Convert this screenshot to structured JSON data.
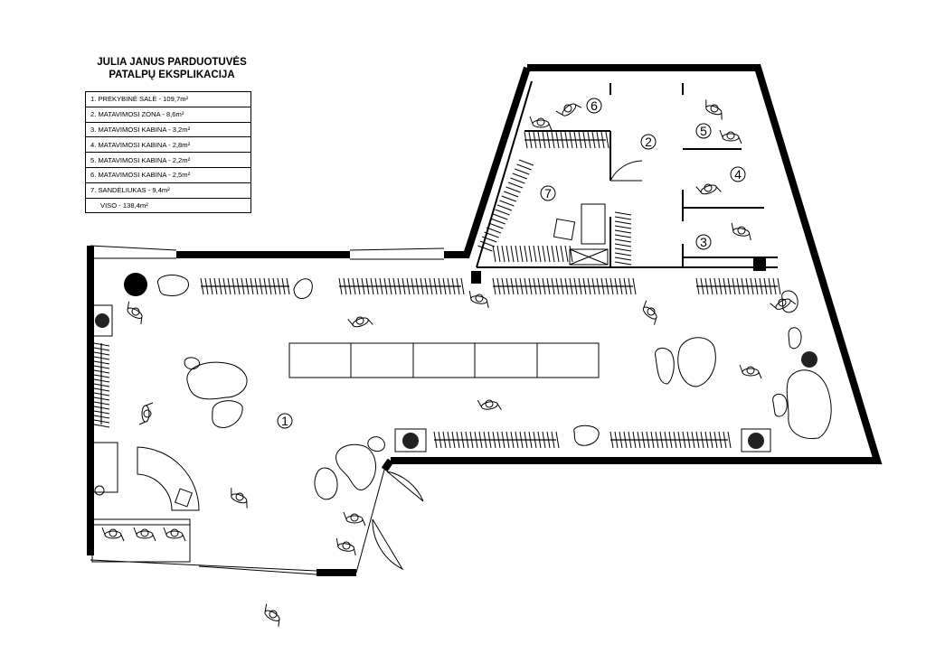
{
  "title": {
    "line1": "JULIA JANUS PARDUOTUVĖS",
    "line2": "PATALPŲ EKSPLIKACIJA"
  },
  "legend": [
    "1.  PREKYBINĖ SALĖ - 109,7m²",
    "2.  MATAVIMOSI ZONA - 8,6m²",
    "3.  MATAVIMOSI KABINA - 3,2m²",
    "4.  MATAVIMOSI KABINA - 2,8m²",
    "5.  MATAVIMOSI KABINA - 2,2m²",
    "6.  MATAVIMOSI KABINA - 2,5m²",
    "7.  SANDĖLIUKAS - 9,4m²"
  ],
  "total": "VISO - 138,4m²",
  "rooms": [
    "1",
    "2",
    "3",
    "4",
    "5",
    "6",
    "7"
  ]
}
